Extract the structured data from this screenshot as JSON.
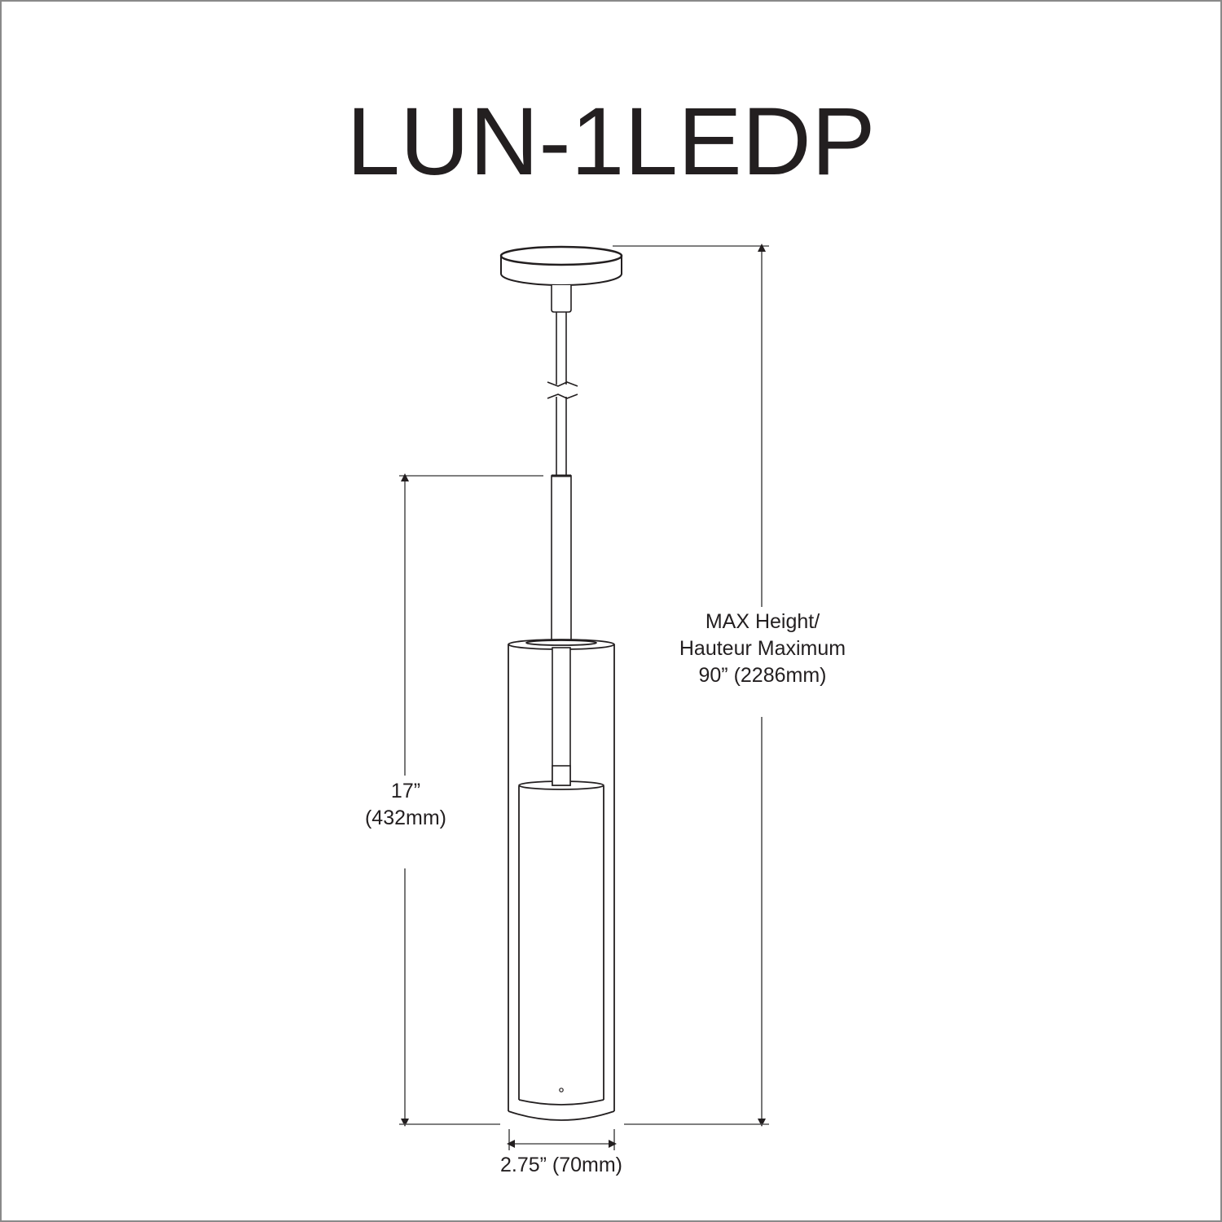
{
  "title": "LUN-1LEDP",
  "dimensions": {
    "max_height": {
      "line1": "MAX Height/",
      "line2": "Hauteur Maximum",
      "line3": "90” (2286mm)"
    },
    "fixture_height": {
      "line1": "17”",
      "line2": "(432mm)"
    },
    "width": {
      "line1": "2.75” (70mm)"
    }
  },
  "colors": {
    "line": "#231f20",
    "dimension_line": "#555555",
    "border": "#8a8a8a",
    "background": "#ffffff"
  }
}
